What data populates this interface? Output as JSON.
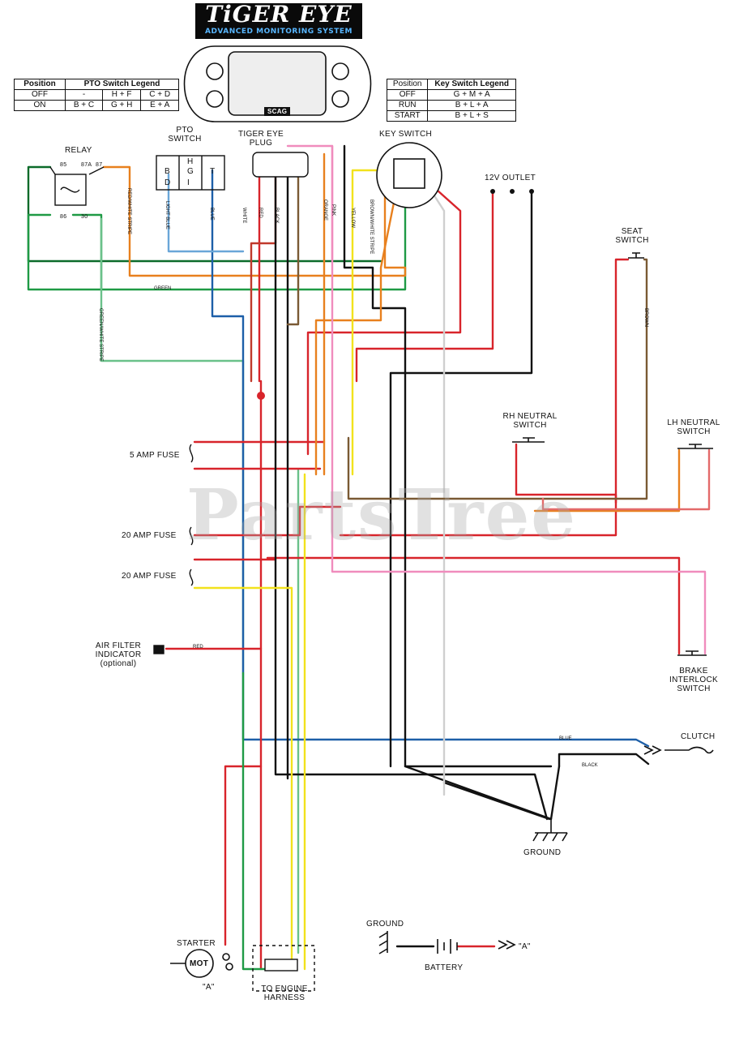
{
  "logo": {
    "title": "TiGER EYE",
    "subtitle": "ADVANCED MONITORING SYSTEM"
  },
  "display": {
    "label": "SCAG"
  },
  "pto_legend": {
    "header": [
      "Position",
      "PTO Switch Legend"
    ],
    "rows": [
      [
        "OFF",
        "-",
        "H + F",
        "C + D"
      ],
      [
        "ON",
        "B + C",
        "G + H",
        "E + A"
      ]
    ]
  },
  "key_legend": {
    "header": [
      "Position",
      "Key Switch Legend"
    ],
    "rows": [
      [
        "OFF",
        "G + M + A"
      ],
      [
        "RUN",
        "B + L + A"
      ],
      [
        "START",
        "B + L + S"
      ]
    ]
  },
  "components": {
    "pto_switch": "PTO SWITCH",
    "tiger_eye_plug": "TIGER EYE PLUG",
    "key_switch": "KEY SWITCH",
    "relay": "RELAY",
    "outlet": "12V OUTLET",
    "seat_switch": "SEAT SWITCH",
    "rh_neutral": "RH NEUTRAL SWITCH",
    "lh_neutral": "LH NEUTRAL SWITCH",
    "brake_interlock": "BRAKE INTERLOCK SWITCH",
    "clutch": "CLUTCH",
    "ground": "GROUND",
    "ground2": "GROUND",
    "battery": "BATTERY",
    "starter": "STARTER",
    "starter_symbol": "MOT",
    "engine_harness": "TO ENGINE HARNESS",
    "air_filter": "AIR FILTER INDICATOR (optional)",
    "fuse_5": "5 AMP FUSE",
    "fuse_20a": "20 AMP FUSE",
    "fuse_20b": "20 AMP FUSE",
    "battery_marker": "\"A\"",
    "starter_marker": "\"A\""
  },
  "pto_pins": [
    "B",
    "H",
    "G",
    "D",
    "I",
    "T"
  ],
  "relay_pins": [
    "85",
    "87a",
    "87",
    "86",
    "30"
  ],
  "wire_labels": {
    "blue": "BLUE",
    "light_blue": "LIGHT BLUE",
    "white": "WHITE",
    "red": "RED",
    "black": "BLACK",
    "orange": "ORANGE",
    "pink": "PINK",
    "yellow": "YELLOW",
    "green": "GREEN",
    "brown": "BROWN",
    "red_white": "RED/WHITE STRIPE",
    "brown_white": "BROWN/WHITE STRIPE",
    "green_white": "GREEN/WHITE STRIPE"
  },
  "watermark": "PartsTree",
  "colors": {
    "red": "#d8242b",
    "black": "#111111",
    "blue": "#1d5fa8",
    "light_blue": "#6aa6d8",
    "green": "#1f9a45",
    "dark_green": "#0b6b2a",
    "orange": "#e8801e",
    "yellow": "#f2e21c",
    "pink": "#f08cbd",
    "brown": "#7a5a34",
    "white": "#cfcfcf"
  }
}
